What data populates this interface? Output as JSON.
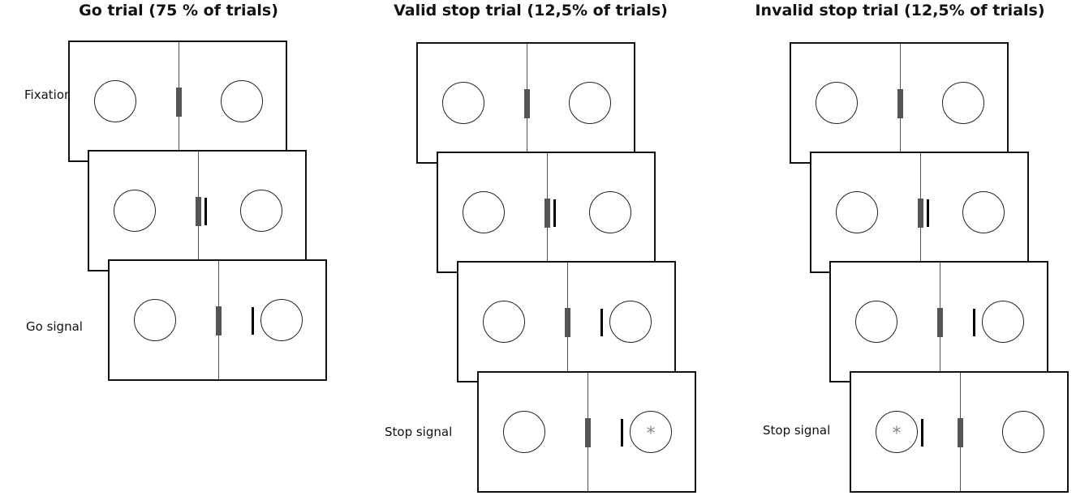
{
  "columns": [
    {
      "title": "Go trial (75 % of trials)"
    },
    {
      "title": "Valid stop trial (12,5% of trials)"
    },
    {
      "title": "Invalid stop trial (12,5% of trials)"
    }
  ],
  "labels": {
    "fixation": "Fixation",
    "go_signal": "Go signal",
    "stop_signal_valid": "Stop signal",
    "stop_signal_invalid": "Stop signal"
  },
  "stop_symbol": "*"
}
